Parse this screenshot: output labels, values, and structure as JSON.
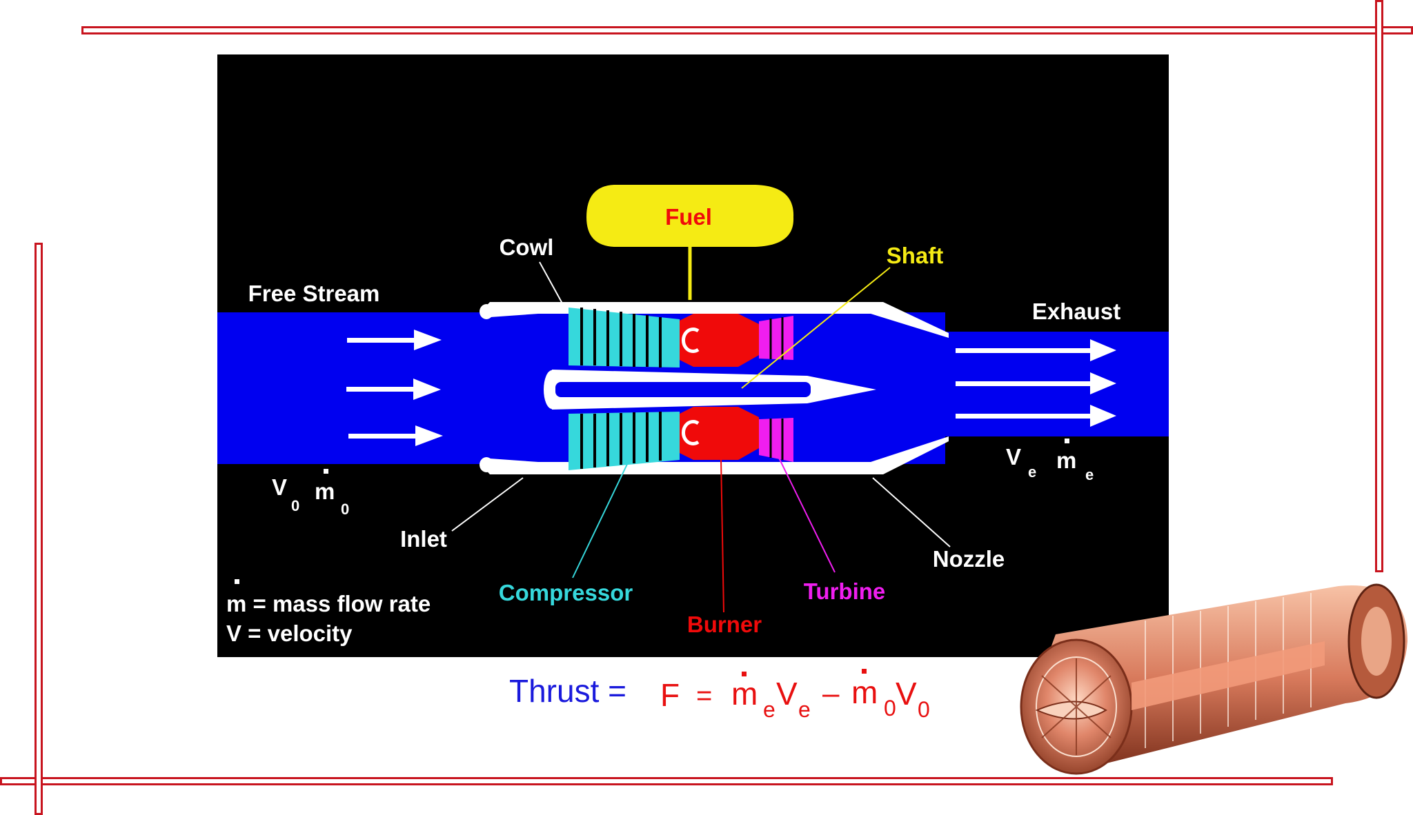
{
  "diagram": {
    "labels": {
      "fuel": "Fuel",
      "cowl": "Cowl",
      "shaft": "Shaft",
      "free_stream": "Free Stream",
      "exhaust": "Exhaust",
      "inlet": "Inlet",
      "nozzle": "Nozzle",
      "compressor": "Compressor",
      "turbine": "Turbine",
      "burner": "Burner"
    },
    "inlet_symbols": {
      "velocity": "V",
      "velocity_sub": "0",
      "mass": "m",
      "mass_sub": "0"
    },
    "exit_symbols": {
      "velocity": "V",
      "velocity_sub": "e",
      "mass": "m",
      "mass_sub": "e"
    },
    "legend": {
      "mass_symbol": "m",
      "mass_line": " = mass flow  rate",
      "velocity_line": "V = velocity"
    }
  },
  "equation": {
    "thrust_label": "Thrust =",
    "force": "F",
    "equals": "=",
    "m": "m",
    "sub_e": "e",
    "V": "V",
    "minus": "–",
    "sub_0": "0"
  },
  "colors": {
    "frame": "#c8141e",
    "background": "#000000",
    "flow": "#0000f0",
    "fuel": "#f5eb14",
    "compressor": "#36d8dc",
    "burner": "#f00a0a",
    "turbine": "#f01ef0",
    "thrust": "#1a1adc",
    "formula": "#e81010"
  },
  "engine_picture": "copper-jet-engine-cutaway"
}
